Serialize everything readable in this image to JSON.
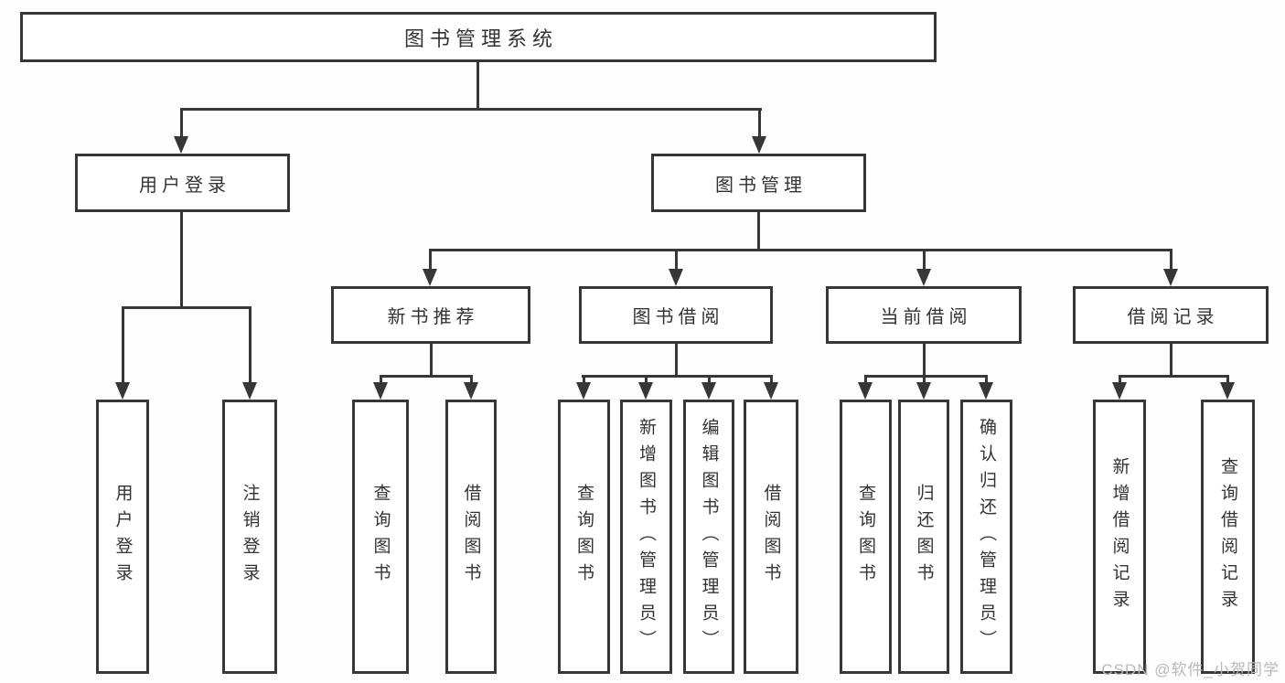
{
  "diagram": {
    "title": "图书管理系统",
    "branches": [
      {
        "label": "用户登录",
        "children": [
          {
            "label": "用户登录"
          },
          {
            "label": "注销登录"
          }
        ]
      },
      {
        "label": "图书管理",
        "children": [
          {
            "label": "新书推荐",
            "children": [
              {
                "label": "查询图书"
              },
              {
                "label": "借阅图书"
              }
            ]
          },
          {
            "label": "图书借阅",
            "children": [
              {
                "label": "查询图书"
              },
              {
                "label": "新增图书（管理员）"
              },
              {
                "label": "编辑图书（管理员）"
              },
              {
                "label": "借阅图书"
              }
            ]
          },
          {
            "label": "当前借阅",
            "children": [
              {
                "label": "查询图书"
              },
              {
                "label": "归还图书"
              },
              {
                "label": "确认归还（管理员）"
              }
            ]
          },
          {
            "label": "借阅记录",
            "children": [
              {
                "label": "新增借阅记录"
              },
              {
                "label": "查询借阅记录"
              }
            ]
          }
        ]
      }
    ]
  },
  "watermark": {
    "text": "CSDN @软件_小贺同学"
  },
  "colors": {
    "line": "#373737",
    "text": "#333333",
    "watermark": "#b9b9b9",
    "background": "#fdfdfd"
  }
}
